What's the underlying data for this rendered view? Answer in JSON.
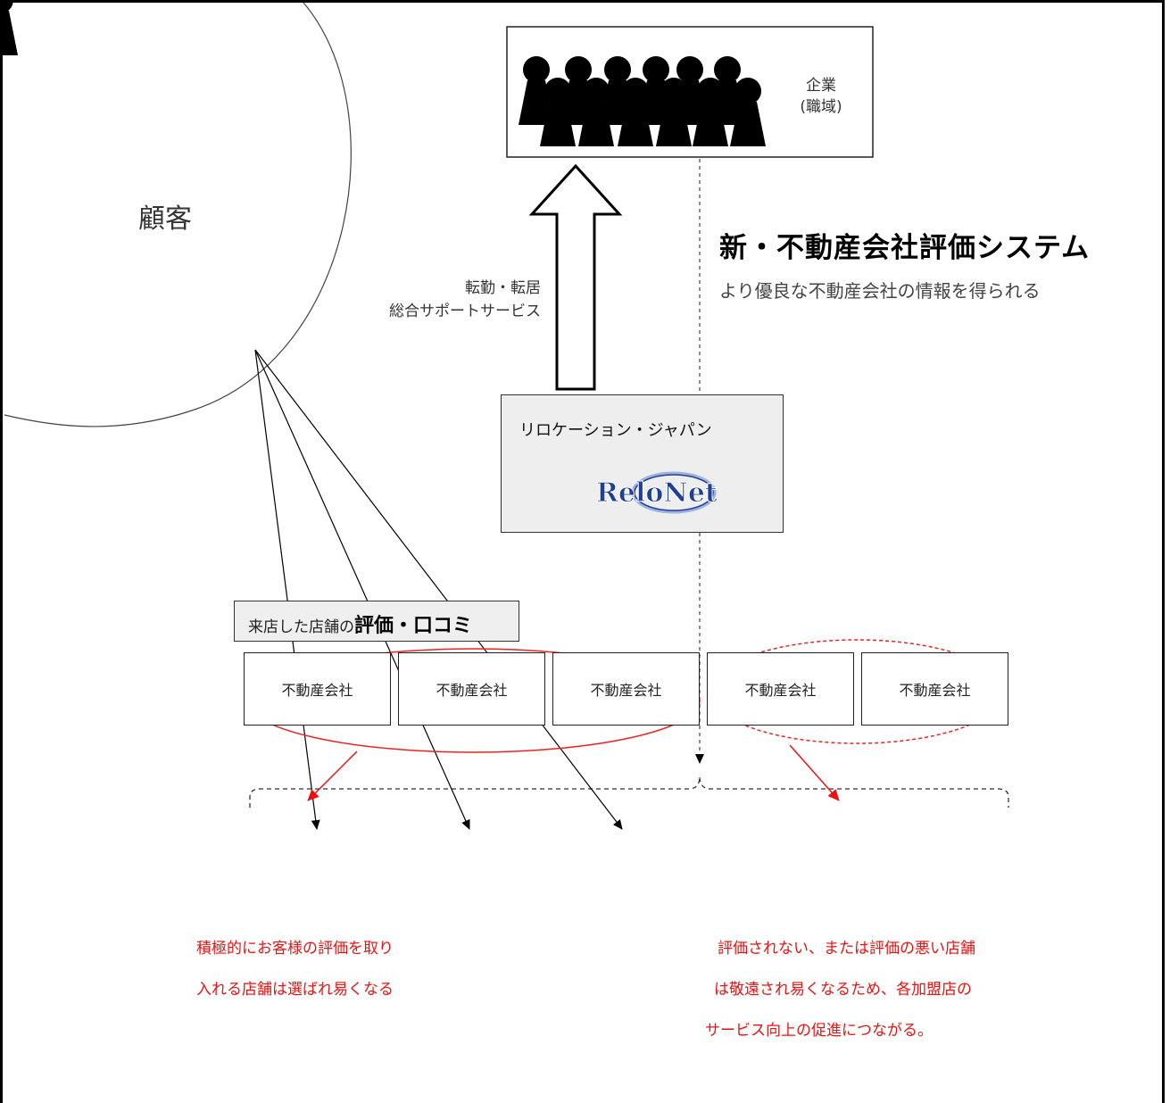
{
  "customer": {
    "label": "顧客"
  },
  "company": {
    "line1": "企業",
    "line2": "(職域)"
  },
  "service": {
    "line1": "転勤・転居",
    "line2": "総合サポートサービス"
  },
  "system": {
    "title": "新・不動産会社評価システム",
    "subtitle": "より優良な不動産会社の情報を得られる"
  },
  "relo": {
    "name": "リロケーション・ジャパン",
    "logo_text": "ReloNet"
  },
  "review": {
    "prefix": "来店した店舗の",
    "emphasis": "評価・口コミ"
  },
  "agents": [
    "不動産会社",
    "不動産会社",
    "不動産会社",
    "不動産会社",
    "不動産会社"
  ],
  "notes": {
    "left": [
      "積極的にお客様の評価を取り",
      "入れる店舗は選ばれ易くなる"
    ],
    "right": [
      "評価されない、または評価の悪い店舗",
      "は敬遠され易くなるため、各加盟店の",
      "サービス向上の促進につながる。"
    ]
  },
  "colors": {
    "accent_red": "#e11111",
    "logo_blue": "#1f3f9a"
  }
}
